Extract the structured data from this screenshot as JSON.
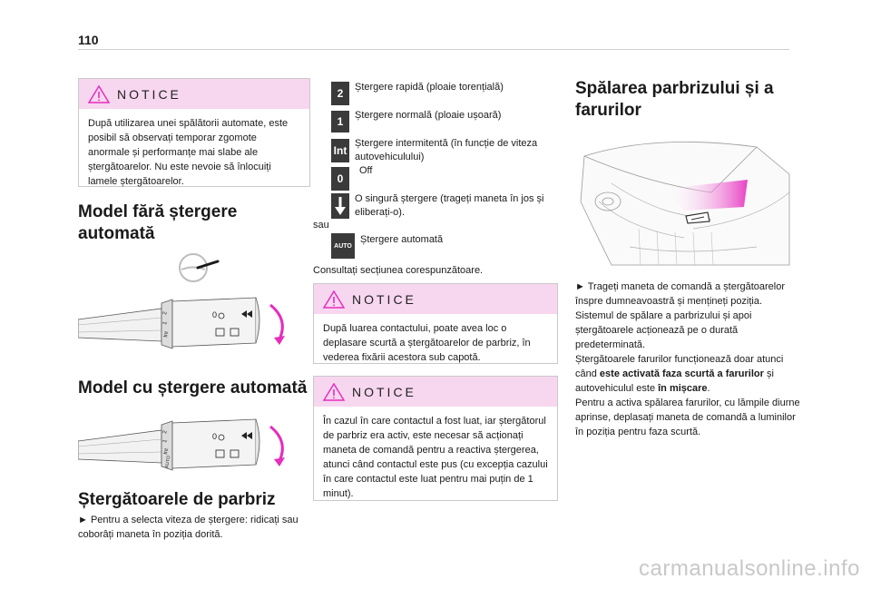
{
  "page_number": "110",
  "notice1": {
    "title": "NOTICE",
    "body": "După utilizarea unei spălătorii automate, este posibil să observați temporar zgomote anormale și performanțe mai slabe ale ștergătoarelor.  Nu este nevoie să înlocuiți lamele ștergătoarelor."
  },
  "heading_model_fara": "Model fără ștergere automată",
  "heading_model_cu": "Model cu ștergere automată",
  "heading_stergatoare": "Ștergătoarele de parbriz",
  "para_stergatoare": "► Pentru a selecta viteza de ștergere: ridicați sau coborâți maneta în poziția dorită.",
  "modes": [
    {
      "icon": "2",
      "text": "Ștergere rapidă (ploaie torențială)"
    },
    {
      "icon": "1",
      "text": "Ștergere normală (ploaie ușoară)"
    },
    {
      "icon": "Int",
      "text": "Ștergere intermitentă (în funcție de viteza autovehiculului)"
    },
    {
      "icon": "0",
      "text": "Off"
    },
    {
      "icon": "down-arrow",
      "text": "O singură ștergere (trageți maneta în jos și eliberați-o)."
    }
  ],
  "sau": "sau",
  "auto_mode": {
    "icon": "AUTO",
    "text": "Ștergere automată"
  },
  "consultati": "Consultați secțiunea corespunzătoare.",
  "notice2": {
    "title": "NOTICE",
    "body": "După luarea contactului, poate avea loc o deplasare scurtă a ștergătoarelor de parbriz, în vederea fixării acestora sub capotă."
  },
  "notice3": {
    "title": "NOTICE",
    "body": "În cazul în care contactul a fost luat, iar ștergătorul de parbriz era activ, este necesar să acționați maneta de comandă pentru a reactiva ștergerea, atunci când contactul este pus (cu excepția cazului în care contactul este luat pentru mai puțin de 1 minut)."
  },
  "heading_spalarea": "Spălarea parbrizului și a farurilor",
  "spalarea": {
    "p1": "► Trageți maneta de comandă a ștergătoarelor înspre dumneavoastră și mențineți poziția.",
    "p2": "Sistemul de spălare a parbrizului și apoi ștergătoarele acționează pe o durată predeterminată.",
    "p3_a": "Ștergătoarele farurilor funcționează doar atunci când ",
    "p3_b": "este activată faza scurtă a farurilor",
    "p3_c": " și autovehiculul este ",
    "p3_d": "în mișcare",
    "p3_e": ".",
    "p4": "Pentru a activa spălarea farurilor, cu lămpile diurne aprinse, deplasați maneta de comandă a luminilor în poziția pentru faza scurtă."
  },
  "stalk_labels": {
    "zero": "0",
    "two": "2",
    "one": "1",
    "int": "Int",
    "auto": "AUTO"
  },
  "watermark": "carmanualsonline.info",
  "colors": {
    "notice_header": "#f7d7ef",
    "accent_pink": "#e62dbe",
    "icon_dark": "#3a3a3a"
  }
}
